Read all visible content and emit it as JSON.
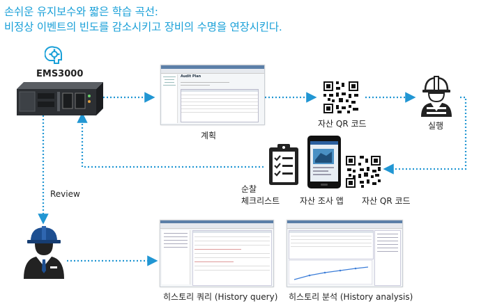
{
  "headline": {
    "line1": "손쉬운 유지보수와 짧은 학습 곡선:",
    "line2": "비정상 이벤트의 빈도를 감소시키고 장비의 수명을 연장시킨다."
  },
  "device": {
    "name": "EMS3000"
  },
  "plan": {
    "label": "계획",
    "window_title": "Audit Plan"
  },
  "qr_top": {
    "label": "자산 QR 코드"
  },
  "execution": {
    "label": "실행"
  },
  "checklist": {
    "label_line1": "순찰",
    "label_line2": "체크리스트"
  },
  "app": {
    "label": "자산 조사 앱"
  },
  "qr_bottom": {
    "label": "자산 QR 코드"
  },
  "review": {
    "label": "Review"
  },
  "history_query": {
    "label": "히스토리 쿼리 (History query)"
  },
  "history_analysis": {
    "label": "히스토리 분석 (History analysis)"
  },
  "colors": {
    "accent": "#1aa0d8",
    "arrow": "#2196d3"
  }
}
